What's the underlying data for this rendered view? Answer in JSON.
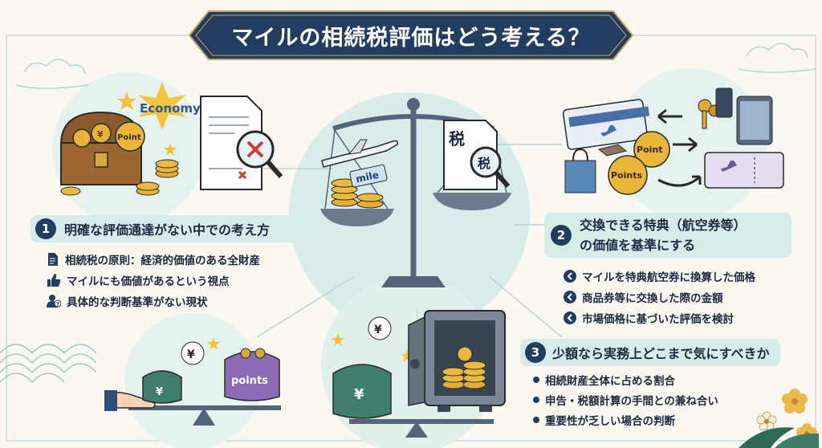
{
  "title": "マイルの相続税評価はどう考える？",
  "illustration_labels": {
    "economy": "Economy",
    "point": "Point",
    "points": "Points",
    "points_lower": "points",
    "mile": "mile",
    "tax": "税",
    "yen": "¥"
  },
  "section1": {
    "number": "1",
    "title": "明確な評価通達がない中での考え方",
    "items": [
      {
        "icon": "document-icon",
        "text": "相続税の原則：経済的価値のある全財産"
      },
      {
        "icon": "thumbs-up-icon",
        "text": "マイルにも価値があるという視点"
      },
      {
        "icon": "person-question-icon",
        "text": "具体的な判断基準がない現状"
      }
    ]
  },
  "section2": {
    "number": "2",
    "title_line1": "交換できる特典（航空券等）",
    "title_line2": "の価値を基準にする",
    "items": [
      {
        "icon": "chevron-badge-icon",
        "text": "マイルを特典航空券に換算した価格"
      },
      {
        "icon": "chevron-badge-icon",
        "text": "商品券等に交換した際の金額"
      },
      {
        "icon": "chevron-badge-icon",
        "text": "市場価格に基づいた評価を検討"
      }
    ]
  },
  "section3": {
    "number": "3",
    "title": "少額なら実務上どこまで気にすべきか",
    "items": [
      {
        "icon": "dot-icon",
        "text": "相続財産全体に占める割合"
      },
      {
        "icon": "dot-icon",
        "text": "申告・税額計算の手間との兼ね合い"
      },
      {
        "icon": "dot-icon",
        "text": "重要性が乏しい場合の判断"
      }
    ]
  },
  "colors": {
    "navy": "#223d60",
    "teal_light": "#d6ecea",
    "gold": "#e8b53c",
    "background": "#fbf8f1"
  }
}
